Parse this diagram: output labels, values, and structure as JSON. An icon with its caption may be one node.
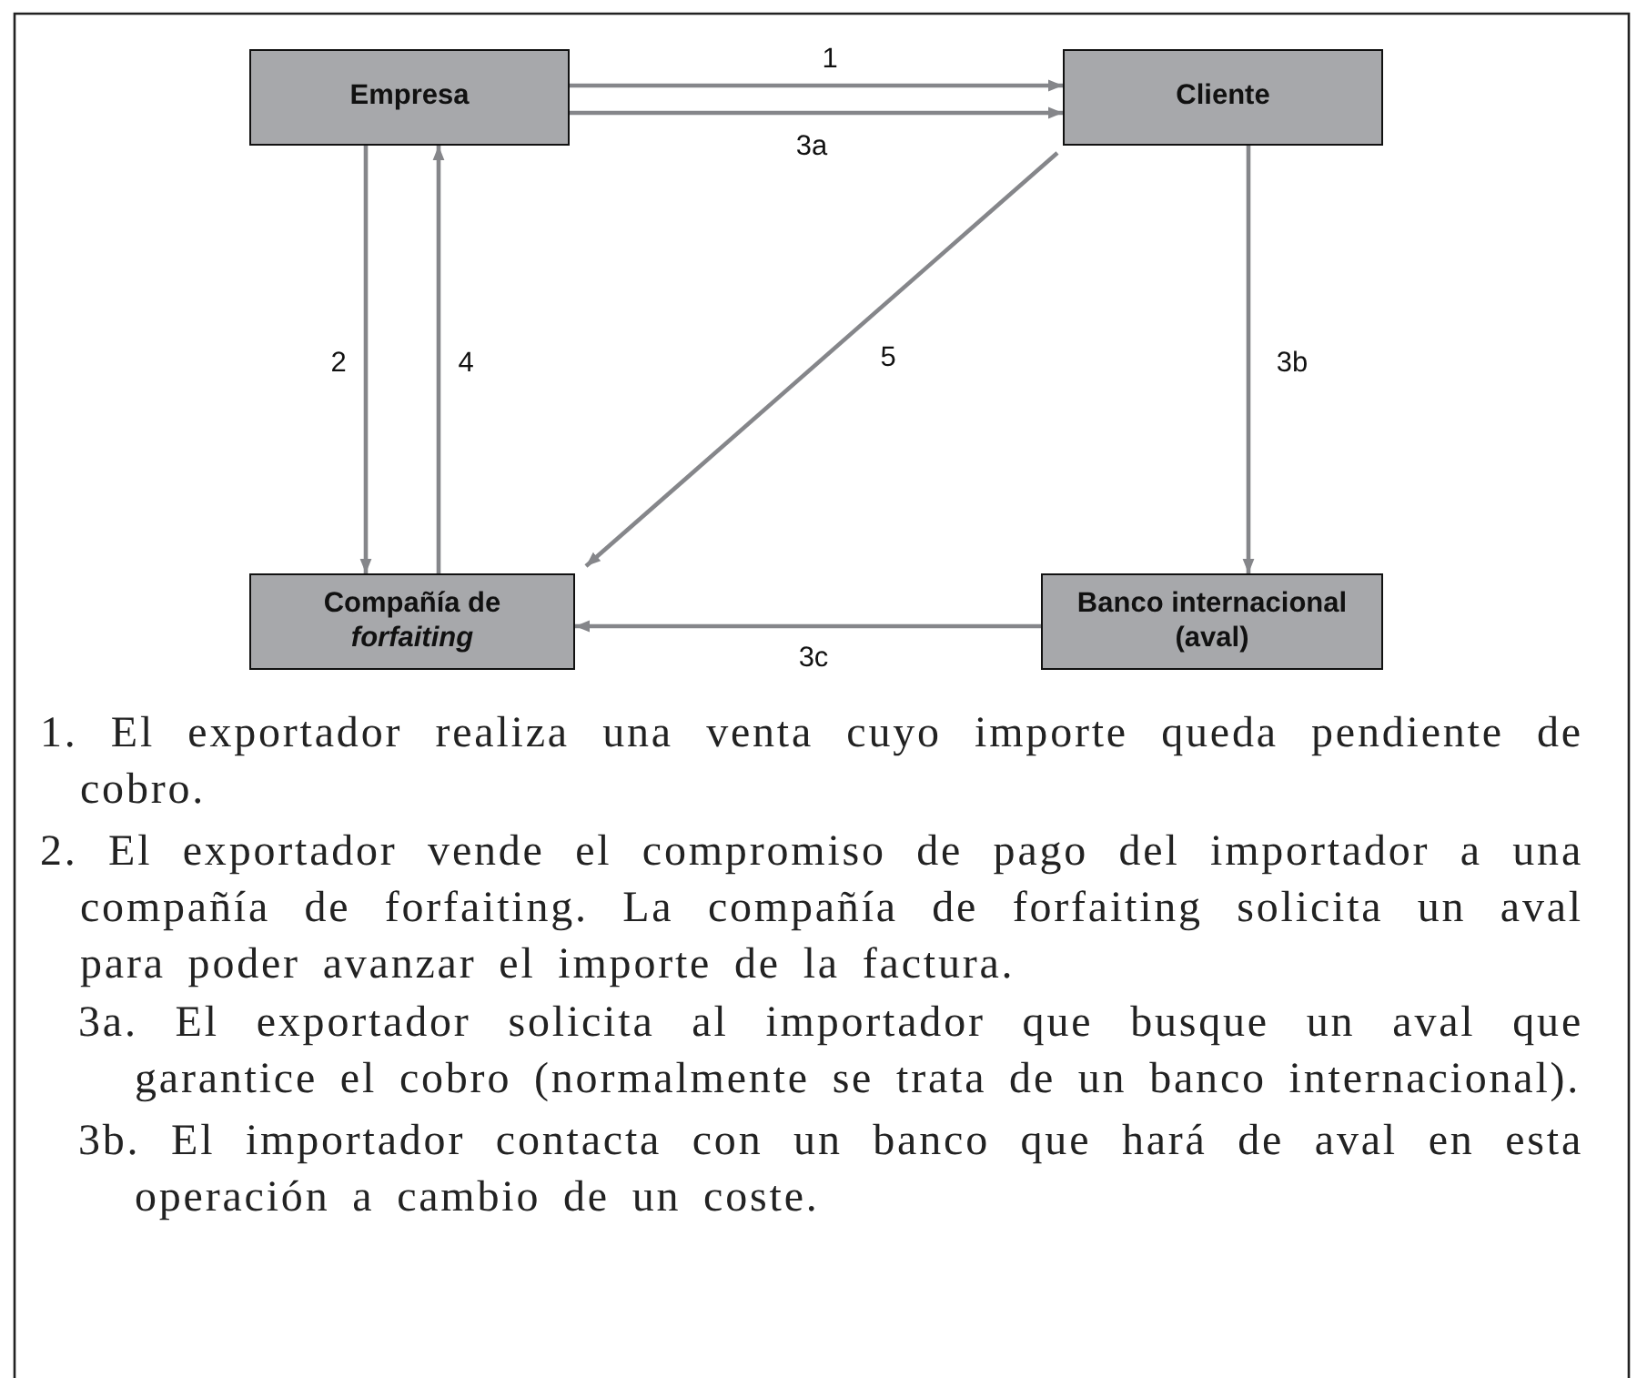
{
  "diagram": {
    "nodes": [
      {
        "text": [
          "Empresa"
        ]
      },
      {
        "text": [
          "Cliente"
        ]
      },
      {
        "text": [
          "Compañía de *forfaiting*"
        ]
      },
      {
        "text": [
          "Banco internacional (aval)"
        ]
      }
    ],
    "edges": [
      {
        "from": 0,
        "to": 1,
        "arrow": "to",
        "label": "1"
      },
      {
        "from": 0,
        "to": 1,
        "arrow": "to",
        "label": "3a"
      },
      {
        "from": 0,
        "to": 2,
        "arrow": "to",
        "label": "2"
      },
      {
        "from": 2,
        "to": 0,
        "arrow": "to",
        "label": "4"
      },
      {
        "from": 1,
        "to": 2,
        "arrow": "to",
        "label": "5"
      },
      {
        "from": 1,
        "to": 3,
        "arrow": "to",
        "label": "3b"
      },
      {
        "from": 3,
        "to": 2,
        "arrow": "to",
        "label": "3c"
      }
    ],
    "labels": [
      "1. El exportador realiza una venta cuyo importe queda pendiente de cobro.",
      "2. El exportador vende el compromiso de pago del importador a una compañía de forfaiting. La compañía de forfaiting solicita un aval para poder avanzar el importe de la factura.",
      "3a. El exportador solicita al importador que busque un aval que garantice el cobro (normalmente se trata de un banco internacional).",
      "3b. El importador contacta con un banco que hará de aval en esta operación a cambio de un coste."
    ]
  }
}
